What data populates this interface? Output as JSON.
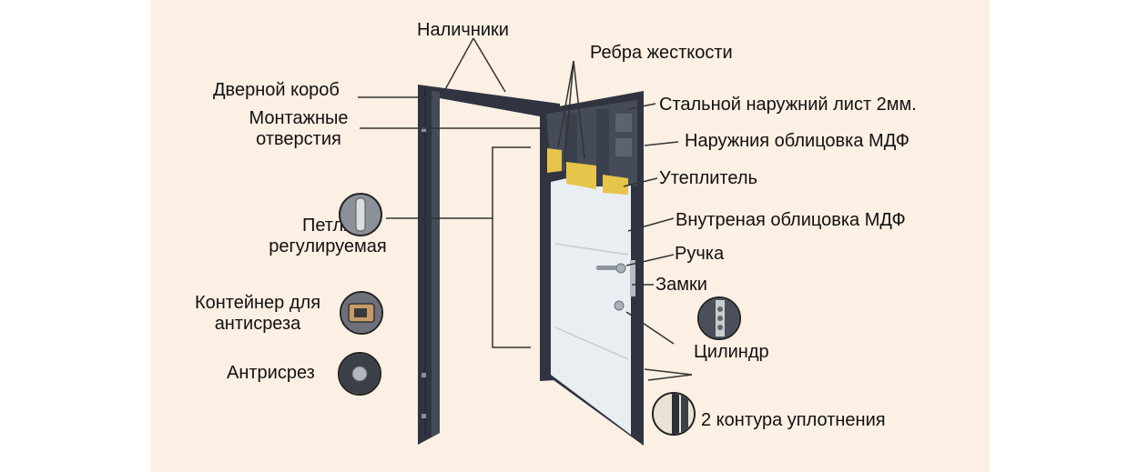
{
  "labels": {
    "nalichniki": "Наличники",
    "dvernoi_korob": "Дверной короб",
    "montazhnye": "Монтажные отверстия",
    "petlya": "Петля регулируемая",
    "konteiner": "Контейнер для антисреза",
    "antisrez": "Антрисрез",
    "rebra": "Ребра жесткости",
    "stalnoi_list": "Стальной наружний лист 2мм.",
    "naruzhnaya_oblicovka": "Наружния облицовка МДФ",
    "uteplitel": "Утеплитель",
    "vnutrennyaya_oblicovka": "Внутреная облицовка МДФ",
    "ruchka": "Ручка",
    "zamki": "Замки",
    "cilindr": "Цилиндр",
    "kontury": "2 контура уплотнения"
  },
  "colors": {
    "background_panel": "#fcefe3",
    "frame": "#2f3440",
    "door_panel": "#e8eef2",
    "insulation": "#e7c54a",
    "lines": "#333333"
  }
}
